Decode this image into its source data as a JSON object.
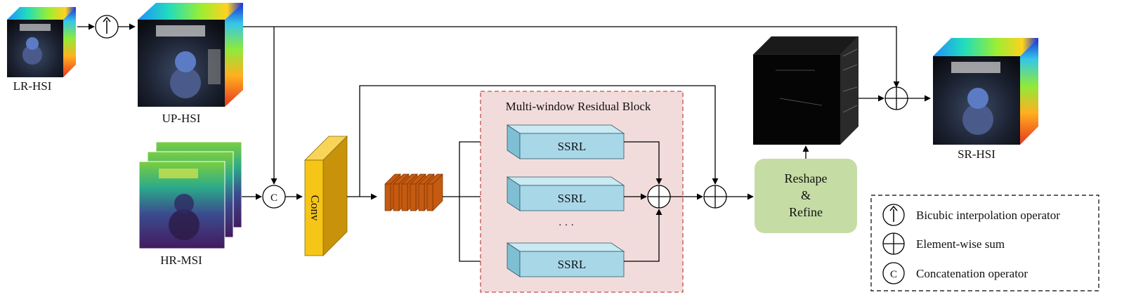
{
  "labels": {
    "lr_hsi": "LR-HSI",
    "up_hsi": "UP-HSI",
    "hr_msi": "HR-MSI",
    "sr_hsi": "SR-HSI",
    "conv": "Conv",
    "mrb_title": "Multi-window Residual Block",
    "ssrl_1": "SSRL",
    "ssrl_2": "SSRL",
    "ssrl_3": "SSRL",
    "ellipsis": "· · ·",
    "reshape_line1": "Reshape",
    "reshape_line2": "&",
    "reshape_line3": "Refine",
    "concat_symbol": "C"
  },
  "legend": {
    "bicubic": "Bicubic interpolation operator",
    "sum": "Element-wise sum",
    "concat": "Concatenation operator",
    "concat_symbol": "C"
  },
  "colors": {
    "conv_front": "#F5C518",
    "conv_side": "#C8930A",
    "ssrl_front": "#A8D8E8",
    "ssrl_top": "#C9E9F3",
    "mrb_fill": "#F2DCDB",
    "mrb_border": "#C0504D",
    "reshape_fill": "#C5DDA5",
    "feature_orange": "#C55A11"
  }
}
